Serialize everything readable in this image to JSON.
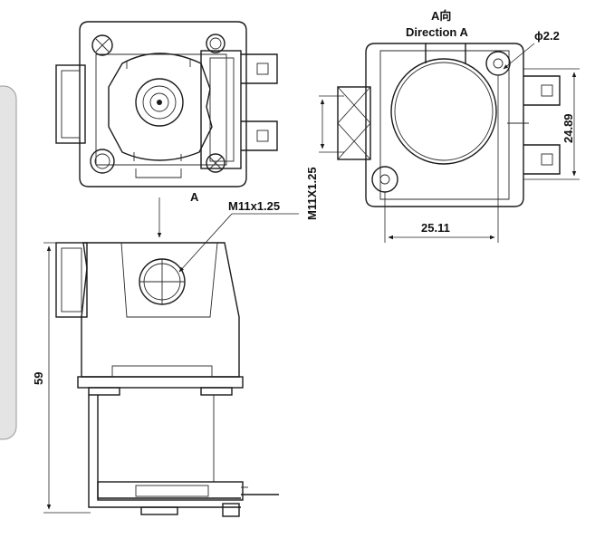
{
  "labels": {
    "direction_cn": "A向",
    "direction_en": "Direction A",
    "hole_dia": "ϕ2.2",
    "width_dim": "25.11",
    "height_dim": "24.89",
    "thread_vertical": "M11X1.25",
    "thread_callout": "M11x1.25",
    "view_arrow": "A",
    "length_dim": "59"
  },
  "colors": {
    "line": "#1a1a1a",
    "sidebar": "#e4e4e4",
    "sidebar_border": "#9a9a9a"
  }
}
